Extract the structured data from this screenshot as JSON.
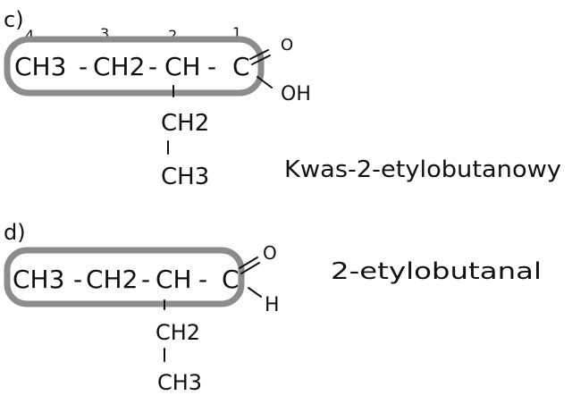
{
  "part_c": {
    "label": "c)",
    "locants": [
      "4",
      "3",
      "2",
      "1"
    ],
    "main_chain": [
      "CH3",
      "-",
      "CH2",
      "-",
      "CH",
      "-",
      "C"
    ],
    "carbonyl_o": "O",
    "hydroxyl": "OH",
    "branch": [
      "CH2",
      "CH3"
    ],
    "name": "Kwas-2-etylobutanowy"
  },
  "part_d": {
    "label": "d)",
    "main_chain": [
      "CH3",
      "-",
      "CH2",
      "-",
      "CH",
      "-",
      "C"
    ],
    "carbonyl_o": "O",
    "hydrogen": "H",
    "branch": [
      "CH2",
      "CH3"
    ],
    "name": "2-etylobutanal"
  },
  "colors": {
    "ink": "#111111",
    "highlight": "#8c8c8c"
  }
}
